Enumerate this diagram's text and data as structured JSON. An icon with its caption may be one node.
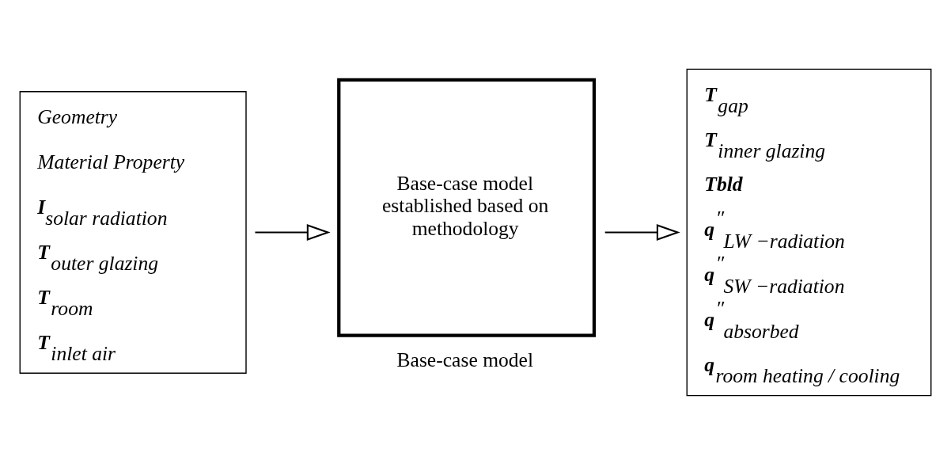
{
  "diagram": {
    "nodes": [
      {
        "text": [
          "Geometry",
          "Material Property",
          "**I**$_{solar radiation}$",
          "**T**$_{outer glazing}$",
          "**T**$_{room}$",
          "**T**$_{inlet air}$"
        ]
      },
      {
        "text": [
          "Base-case model established based on methodology"
        ],
        "beside": [
          "Base-case model"
        ]
      },
      {
        "text": [
          "**T**$_{gap}$",
          "**T**$_{inner glazing}$",
          "**Tbld**",
          "**q**$^{″}$$_{LW −radiation}$",
          "**q**$^{″}$$_{SW −radiation}$",
          "**q**$^{″}$$_{absorbed}$",
          "**q**$_{room heating / cooling}$"
        ]
      }
    ],
    "edges": [
      {
        "from": 0,
        "to": 1,
        "arrow": "to"
      },
      {
        "from": 1,
        "to": 2,
        "arrow": "to"
      }
    ]
  }
}
